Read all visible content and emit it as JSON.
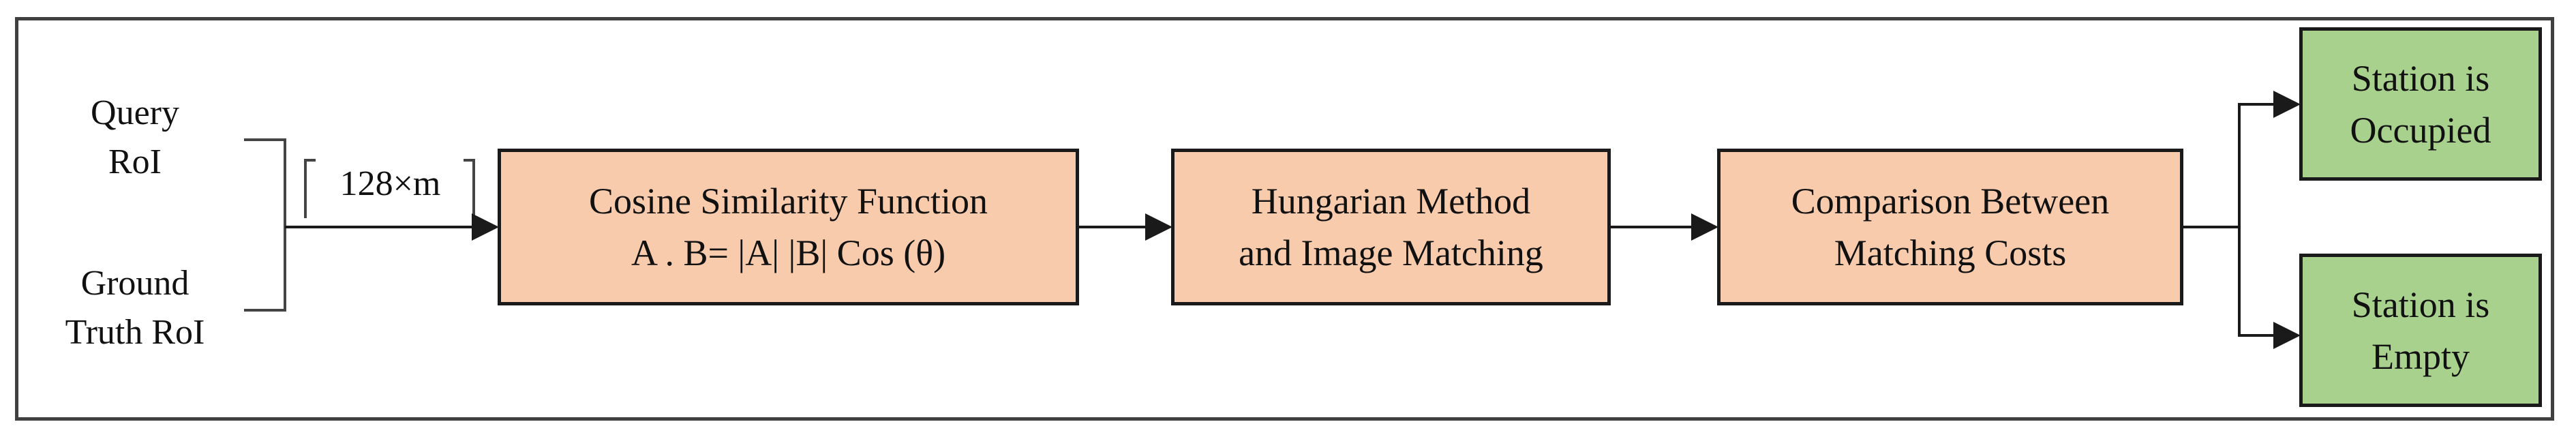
{
  "inputs": {
    "query": "Query\nRoI",
    "ground_truth": "Ground\nTruth RoI",
    "dimension": "128×m"
  },
  "steps": {
    "cosine": "Cosine Similarity  Function\nA . B= |A| |B| Cos (θ)",
    "hungarian": "Hungarian Method\nand Image Matching",
    "comparison": "Comparison Between\nMatching Costs"
  },
  "outputs": {
    "occupied": "Station is\nOccupied",
    "empty": "Station is\nEmpty"
  },
  "colors": {
    "process_fill": "#f8cbad",
    "output_fill": "#a9d18e",
    "line": "#1a1a1a"
  }
}
